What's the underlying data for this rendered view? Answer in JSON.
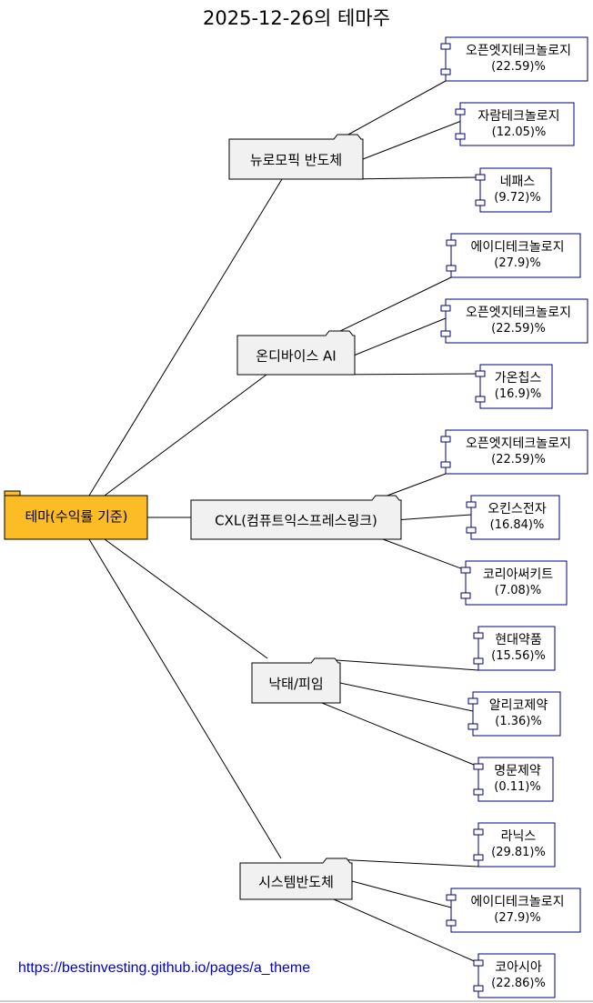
{
  "title": "2025-12-26의 테마주",
  "root": {
    "label": "테마(수익률 기준)"
  },
  "themes": [
    {
      "name": "뉴로모픽 반도체",
      "stocks": [
        {
          "name": "오픈엣지테크놀로지",
          "pct": "(22.59)%"
        },
        {
          "name": "자람테크놀로지",
          "pct": "(12.05)%"
        },
        {
          "name": "네패스",
          "pct": "(9.72)%"
        }
      ]
    },
    {
      "name": "온디바이스 AI",
      "stocks": [
        {
          "name": "에이디테크놀로지",
          "pct": "(27.9)%"
        },
        {
          "name": "오픈엣지테크놀로지",
          "pct": "(22.59)%"
        },
        {
          "name": "가온칩스",
          "pct": "(16.9)%"
        }
      ]
    },
    {
      "name": "CXL(컴퓨트익스프레스링크)",
      "stocks": [
        {
          "name": "오픈엣지테크놀로지",
          "pct": "(22.59)%"
        },
        {
          "name": "오킨스전자",
          "pct": "(16.84)%"
        },
        {
          "name": "코리아써키트",
          "pct": "(7.08)%"
        }
      ]
    },
    {
      "name": "낙태/피임",
      "stocks": [
        {
          "name": "현대약품",
          "pct": "(15.56)%"
        },
        {
          "name": "알리코제약",
          "pct": "(1.36)%"
        },
        {
          "name": "명문제약",
          "pct": "(0.11)%"
        }
      ]
    },
    {
      "name": "시스템반도체",
      "stocks": [
        {
          "name": "라닉스",
          "pct": "(29.81)%"
        },
        {
          "name": "에이디테크놀로지",
          "pct": "(27.9)%"
        },
        {
          "name": "코아시아",
          "pct": "(22.86)%"
        }
      ]
    }
  ],
  "footer_link": "https://bestinvesting.github.io/pages/a_theme",
  "colors": {
    "root_fill": "#fbbc25",
    "folder_fill": "#f1f1f1",
    "component_border": "#000080",
    "link": "#0000cc"
  }
}
